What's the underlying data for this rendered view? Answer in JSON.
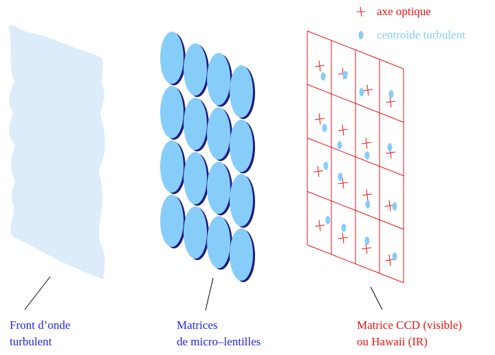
{
  "legend": {
    "optical_axis": "axe optique",
    "turbulent_centroid": "centroide turbulent"
  },
  "labels": {
    "wavefront_line1": "Front d’onde",
    "wavefront_line2": "turbulent",
    "lenslets_line1": "Matrices",
    "lenslets_line2": "de micro–lentilles",
    "ccd_line1": "Matrice CCD (visible)",
    "ccd_line2": "ou Hawaii (IR)"
  },
  "colors": {
    "wavefront_fill": "#dcecfa",
    "lens_face": "#87cdfa",
    "lens_rim": "#1e1a80",
    "grid_red": "#ee1111",
    "centroid": "#87cdfa",
    "label_blue": "#2222ee",
    "label_red": "#ee1111",
    "leader_line": "#000000"
  },
  "lenslet_grid": {
    "rows": 4,
    "cols": 4
  },
  "ccd_grid": {
    "rows": 4,
    "cols": 4
  }
}
